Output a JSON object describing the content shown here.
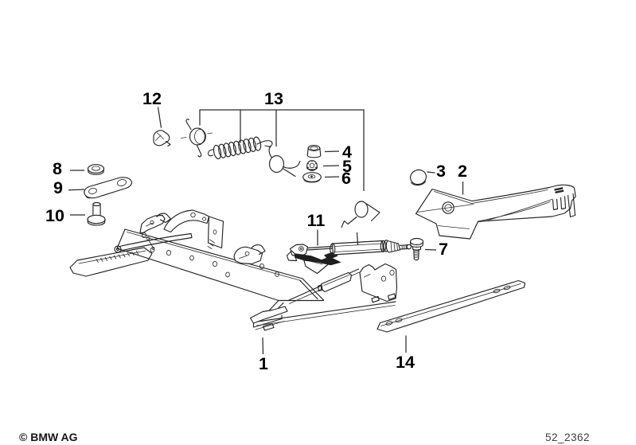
{
  "diagram": {
    "description_of_pixels": "BMW exploded parts line drawing of a front seat rail / frame assembly",
    "part_labels": [
      {
        "number": "1"
      },
      {
        "number": "2"
      },
      {
        "number": "3"
      },
      {
        "number": "4"
      },
      {
        "number": "5"
      },
      {
        "number": "6"
      },
      {
        "number": "7"
      },
      {
        "number": "8"
      },
      {
        "number": "9"
      },
      {
        "number": "10"
      },
      {
        "number": "11"
      },
      {
        "number": "12"
      },
      {
        "number": "13"
      },
      {
        "number": "14"
      }
    ],
    "footer": {
      "copyright": "© BMW AG",
      "drawing_number": "52_2362"
    },
    "colors": {
      "background": "#ffffff",
      "line": "#242424",
      "label": "#000000"
    }
  }
}
